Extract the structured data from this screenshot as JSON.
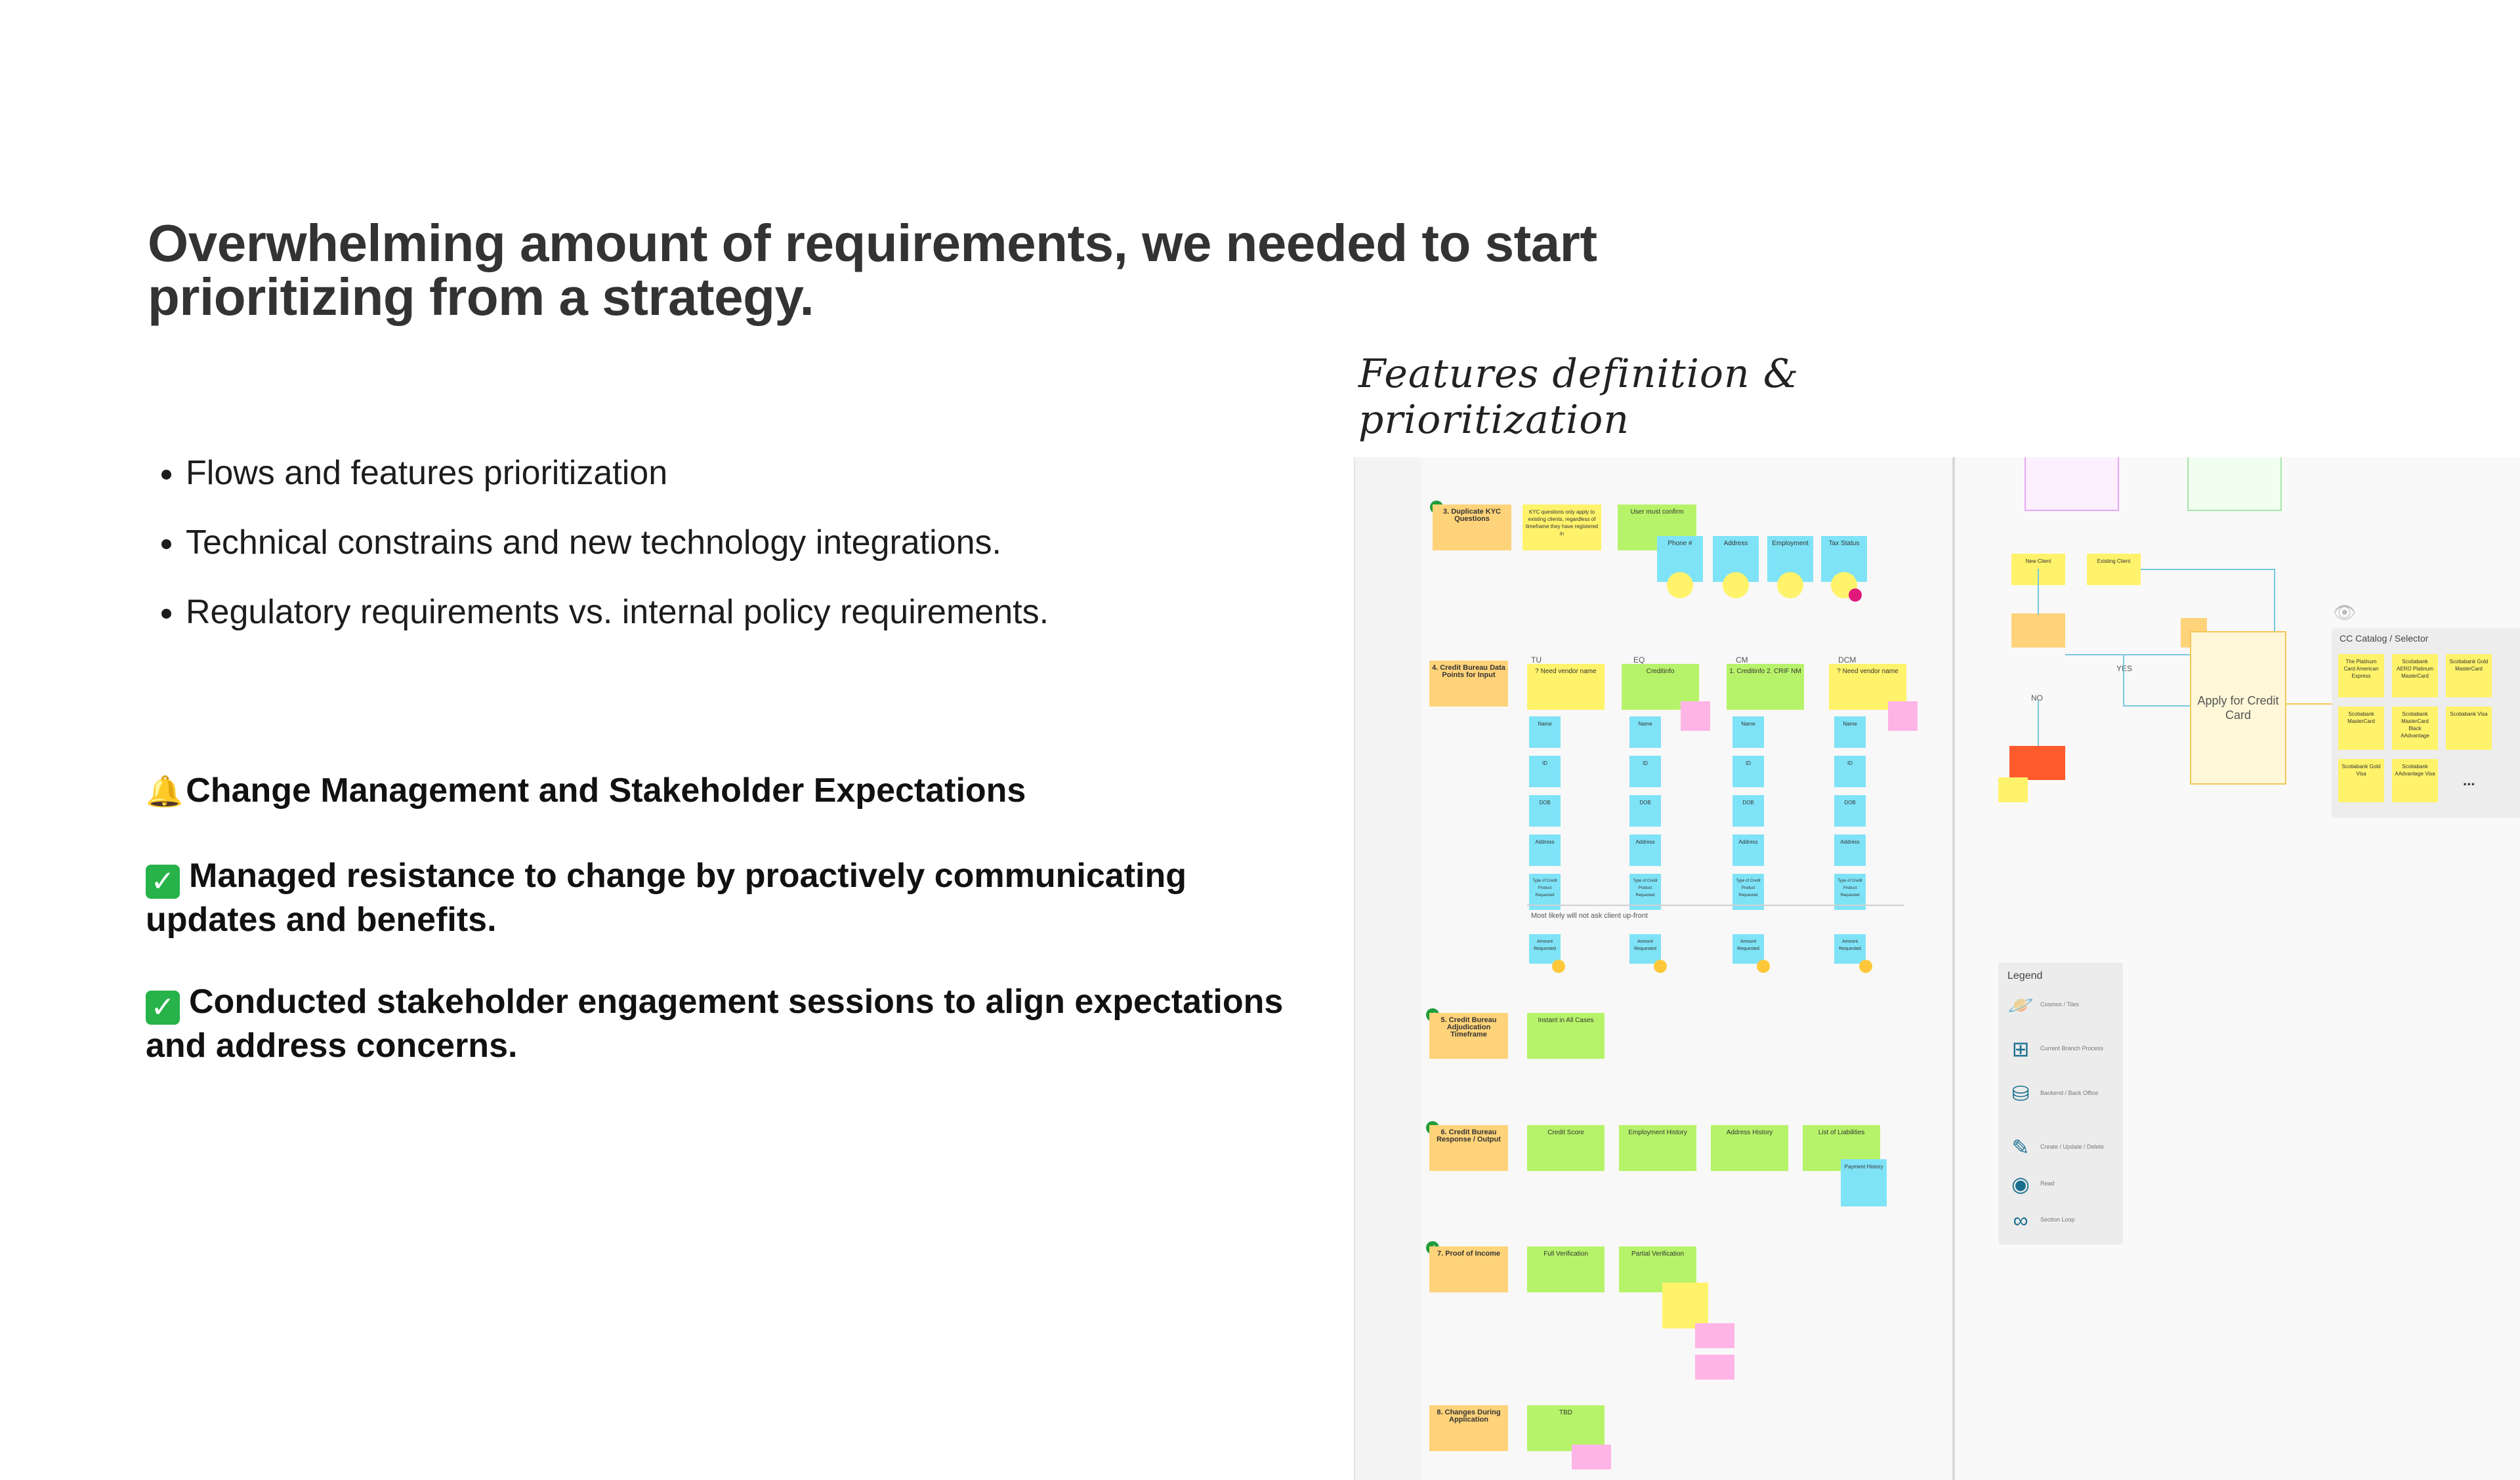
{
  "headline": {
    "line1": "Overwhelming amount of requirements, we needed to start",
    "line2": "prioritizing from a strategy."
  },
  "caption": "Features definition & prioritization",
  "bullets": [
    "Flows and features prioritization",
    "Technical constrains and new technology integrations.",
    "Regulatory requirements vs.  internal policy requirements."
  ],
  "change_management": {
    "icon": "bell-icon",
    "title": "Change Management and Stakeholder Expectations",
    "items": [
      {
        "icon": "check-icon",
        "text": "Managed resistance to change by proactively communicating updates and benefits."
      },
      {
        "icon": "check-icon",
        "text": "Conducted stakeholder engagement sessions to align expectations and address concerns."
      }
    ]
  },
  "board": {
    "sections": [
      "3. Duplicate KYC Questions",
      "4. Credit Bureau Data Points for Input",
      "5. Credit Bureau Adjudication Timeframe",
      "6. Credit Bureau Response / Output",
      "7. Proof of Income",
      "8. Changes During Application"
    ],
    "kyc_note": "KYC questions only apply to existing clients, regardless of timeframe they have registered in",
    "kyc_confirm": "User must confirm",
    "kyc_fields": [
      "Phone #",
      "Address",
      "Employment",
      "Tax Status"
    ],
    "bureau_labels": [
      "TU",
      "EQ",
      "CM",
      "DCM"
    ],
    "bureau_headers": [
      "? Need vendor name",
      "Creditinfo",
      "1. Creditinfo 2. CRIF NM",
      "? Need vendor name"
    ],
    "bureau_fields": [
      "Name",
      "ID",
      "DOB",
      "Address",
      "Type of Credit Product Requested"
    ],
    "most_likely": "Most likely will not ask client up-front",
    "amount_label": "Amount Requested",
    "adjudication": "Instant in All Cases",
    "output": [
      "Credit Score",
      "Employment History",
      "Address History",
      "List of Liabilities"
    ],
    "payment_history": "Payment History",
    "income": [
      "Full Verification",
      "Partial Verification"
    ],
    "changes": "TBD",
    "flow": {
      "new_client": "New Client",
      "existing_client": "Existing Client",
      "yes": "YES",
      "no": "NO",
      "apply": "Apply for Credit Card"
    },
    "catalog": {
      "title": "CC Catalog / Selector",
      "cards": [
        "The Platinum Card American Express",
        "Scotiabank AERO Platinum MasterCard",
        "Scotiabank Gold MasterCard",
        "Scotiabank MasterCard",
        "Scotiabank MasterCard Black AAdvantage",
        "Scotiabank Visa",
        "Scotiabank Gold Visa",
        "Scotiabank AAdvantage Visa",
        "..."
      ]
    },
    "legend": {
      "title": "Legend",
      "rows": [
        {
          "icon": "planet-icon",
          "text": "Cosmos / Tiles"
        },
        {
          "icon": "org-chart-icon",
          "text": "Current Branch Process"
        },
        {
          "icon": "database-icon",
          "text": "Backend / Back Office"
        },
        {
          "icon": "pen-icon",
          "text": "Create / Update / Delete"
        },
        {
          "icon": "eye-icon",
          "text": "Read"
        },
        {
          "icon": "infinity-icon",
          "text": "Section Loop"
        }
      ]
    },
    "colors": {
      "orange": "#ffd37a",
      "yellow": "#fff36b",
      "green": "#b7f36a",
      "cyan": "#7fe3f7",
      "pink": "#ffb4e6",
      "red": "#ff5a2c",
      "check_green": "#27b24a"
    }
  }
}
